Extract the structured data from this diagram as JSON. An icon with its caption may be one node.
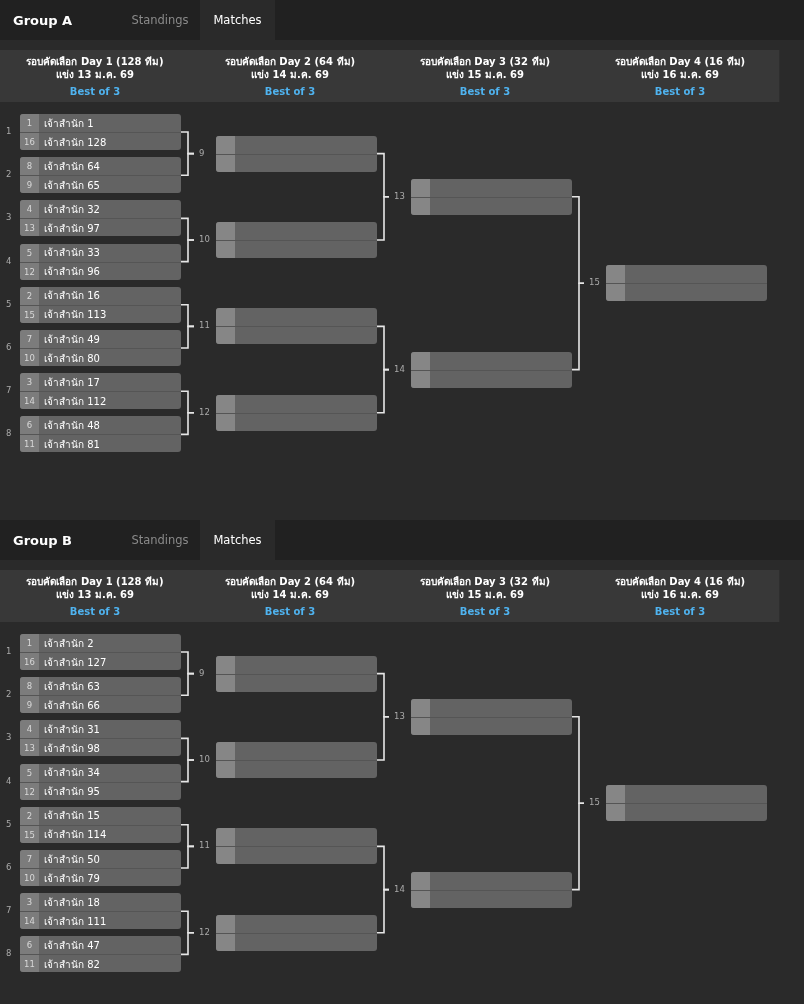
{
  "diagram": {
    "nodes": [
      {
        "text": [
          "1",
          "เจ้าสำนัก 1",
          "16",
          "เจ้าสำนัก 128"
        ],
        "beside": [
          "1"
        ]
      },
      {
        "text": [
          "8",
          "เจ้าสำนัก 64",
          "9",
          "เจ้าสำนัก 65"
        ],
        "beside": [
          "2"
        ]
      },
      {
        "text": [
          "4",
          "เจ้าสำนัก 32",
          "13",
          "เจ้าสำนัก 97"
        ],
        "beside": [
          "3"
        ]
      },
      {
        "text": [
          "5",
          "เจ้าสำนัก 33",
          "12",
          "เจ้าสำนัก 96"
        ],
        "beside": [
          "4"
        ]
      },
      {
        "text": [
          "2",
          "เจ้าสำนัก 16",
          "15",
          "เจ้าสำนัก 113"
        ],
        "beside": [
          "5"
        ]
      },
      {
        "text": [
          "7",
          "เจ้าสำนัก 49",
          "10",
          "เจ้าสำนัก 80"
        ],
        "beside": [
          "6"
        ]
      },
      {
        "text": [
          "3",
          "เจ้าสำนัก 17",
          "14",
          "เจ้าสำนัก 112"
        ],
        "beside": [
          "7"
        ]
      },
      {
        "text": [
          "6",
          "เจ้าสำนัก 48",
          "11",
          "เจ้าสำนัก 81"
        ],
        "beside": [
          "8"
        ]
      },
      {
        "text": [],
        "shape": "box",
        "beside": [
          "9"
        ]
      },
      {
        "text": [],
        "shape": "box",
        "beside": [
          "10"
        ]
      },
      {
        "text": [],
        "shape": "box",
        "beside": [
          "11"
        ]
      },
      {
        "text": [],
        "shape": "box",
        "beside": [
          "12"
        ]
      },
      {
        "text": [],
        "shape": "box",
        "beside": [
          "13"
        ]
      },
      {
        "text": [],
        "shape": "box",
        "beside": [
          "14"
        ]
      },
      {
        "text": [],
        "shape": "box",
        "beside": [
          "15"
        ]
      },
      {
        "text": [
          "1",
          "เจ้าสำนัก 2",
          "16",
          "เจ้าสำนัก 127"
        ],
        "beside": [
          "1"
        ]
      },
      {
        "text": [
          "8",
          "เจ้าสำนัก 63",
          "9",
          "เจ้าสำนัก 66"
        ],
        "beside": [
          "2"
        ]
      },
      {
        "text": [
          "4",
          "เจ้าสำนัก 31",
          "13",
          "เจ้าสำนัก 98"
        ],
        "beside": [
          "3"
        ]
      },
      {
        "text": [
          "5",
          "เจ้าสำนัก 34",
          "12",
          "เจ้าสำนัก 95"
        ],
        "beside": [
          "4"
        ]
      },
      {
        "text": [
          "2",
          "เจ้าสำนัก 15",
          "15",
          "เจ้าสำนัก 114"
        ],
        "beside": [
          "5"
        ]
      },
      {
        "text": [
          "7",
          "เจ้าสำนัก 50",
          "10",
          "เจ้าสำนัก 79"
        ],
        "beside": [
          "6"
        ]
      },
      {
        "text": [
          "3",
          "เจ้าสำนัก 18",
          "14",
          "เจ้าสำนัก 111"
        ],
        "beside": [
          "7"
        ]
      },
      {
        "text": [
          "6",
          "เจ้าสำนัก 47",
          "11",
          "เจ้าสำนัก 82"
        ],
        "beside": [
          "8"
        ]
      },
      {
        "text": [],
        "shape": "box",
        "beside": [
          "9"
        ]
      },
      {
        "text": [],
        "shape": "box",
        "beside": [
          "10"
        ]
      },
      {
        "text": [],
        "shape": "box",
        "beside": [
          "11"
        ]
      },
      {
        "text": [],
        "shape": "box",
        "beside": [
          "12"
        ]
      },
      {
        "text": [],
        "shape": "box",
        "beside": [
          "13"
        ]
      },
      {
        "text": [],
        "shape": "box",
        "beside": [
          "14"
        ]
      },
      {
        "text": [],
        "shape": "box",
        "beside": [
          "15"
        ]
      }
    ],
    "edges": [
      {
        "from": 0,
        "to": 8,
        "arrow": "none"
      },
      {
        "from": 1,
        "to": 8,
        "arrow": "none"
      },
      {
        "from": 2,
        "to": 9,
        "arrow": "none"
      },
      {
        "from": 3,
        "to": 9,
        "arrow": "none"
      },
      {
        "from": 4,
        "to": 10,
        "arrow": "none"
      },
      {
        "from": 5,
        "to": 10,
        "arrow": "none"
      },
      {
        "from": 6,
        "to": 11,
        "arrow": "none"
      },
      {
        "from": 7,
        "to": 11,
        "arrow": "none"
      },
      {
        "from": 8,
        "to": 12,
        "arrow": "none"
      },
      {
        "from": 9,
        "to": 12,
        "arrow": "none"
      },
      {
        "from": 10,
        "to": 13,
        "arrow": "none"
      },
      {
        "from": 11,
        "to": 13,
        "arrow": "none"
      },
      {
        "from": 12,
        "to": 14,
        "arrow": "none"
      },
      {
        "from": 13,
        "to": 14,
        "arrow": "none"
      },
      {
        "from": 15,
        "to": 23,
        "arrow": "none"
      },
      {
        "from": 16,
        "to": 23,
        "arrow": "none"
      },
      {
        "from": 17,
        "to": 24,
        "arrow": "none"
      },
      {
        "from": 18,
        "to": 24,
        "arrow": "none"
      },
      {
        "from": 19,
        "to": 25,
        "arrow": "none"
      },
      {
        "from": 20,
        "to": 25,
        "arrow": "none"
      },
      {
        "from": 21,
        "to": 26,
        "arrow": "none"
      },
      {
        "from": 22,
        "to": 26,
        "arrow": "none"
      },
      {
        "from": 23,
        "to": 27,
        "arrow": "none"
      },
      {
        "from": 24,
        "to": 27,
        "arrow": "none"
      },
      {
        "from": 25,
        "to": 28,
        "arrow": "none"
      },
      {
        "from": 26,
        "to": 28,
        "arrow": "none"
      },
      {
        "from": 27,
        "to": 29,
        "arrow": "none"
      },
      {
        "from": 28,
        "to": 29,
        "arrow": "none"
      }
    ],
    "labels": [
      "Group A",
      "Standings",
      "Matches",
      "รอบคัดเลือก Day 1 (128 ทีม)",
      "แข่ง 13 ม.ค. 69",
      "Best of 3",
      "รอบคัดเลือก Day 2 (64 ทีม)",
      "แข่ง 14 ม.ค. 69",
      "Best of 3",
      "รอบคัดเลือก Day 3 (32 ทีม)",
      "แข่ง 15 ม.ค. 69",
      "Best of 3",
      "รอบคัดเลือก Day 4 (16 ทีม)",
      "แข่ง 16 ม.ค. 69",
      "Best of 3",
      "Group B",
      "Standings",
      "Matches",
      "รอบคัดเลือก Day 1 (128 ทีม)",
      "แข่ง 13 ม.ค. 69",
      "Best of 3",
      "รอบคัดเลือก Day 2 (64 ทีม)",
      "แข่ง 14 ม.ค. 69",
      "Best of 3",
      "รอบคัดเลือก Day 3 (32 ทีม)",
      "แข่ง 15 ม.ค. 69",
      "Best of 3",
      "รอบคัดเลือก Day 4 (16 ทีม)",
      "แข่ง 16 ม.ค. 69",
      "Best of 3"
    ]
  }
}
